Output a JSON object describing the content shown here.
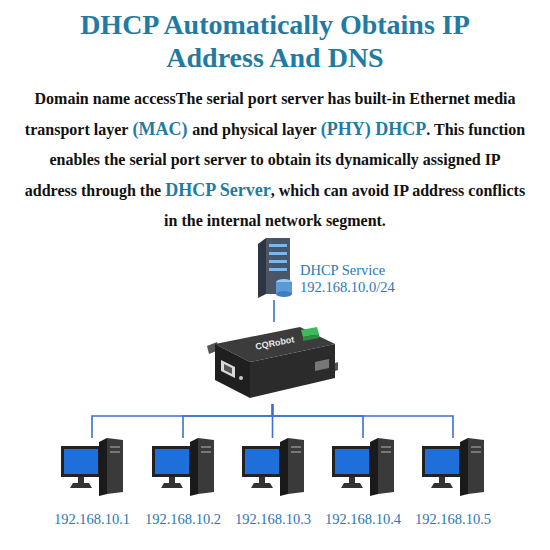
{
  "diagram": {
    "title": "DHCP Automatically Obtains IP Address And DNS",
    "nodes": [
      {
        "text": [
          "DHCP Service",
          "192.168.10.0/24"
        ]
      },
      {
        "text": [
          "CQRobot"
        ]
      },
      {
        "text": [
          "192.168.10.1"
        ]
      },
      {
        "text": [
          "192.168.10.2"
        ]
      },
      {
        "text": [
          "192.168.10.3"
        ]
      },
      {
        "text": [
          "192.168.10.4"
        ]
      },
      {
        "text": [
          "192.168.10.5"
        ]
      }
    ],
    "edges": [
      {
        "from": 0,
        "to": 1,
        "arrow": "none"
      },
      {
        "from": 1,
        "to": 2,
        "arrow": "none"
      },
      {
        "from": 1,
        "to": 3,
        "arrow": "none"
      },
      {
        "from": 1,
        "to": 4,
        "arrow": "none"
      },
      {
        "from": 1,
        "to": 5,
        "arrow": "none"
      },
      {
        "from": 1,
        "to": 6,
        "arrow": "none"
      }
    ],
    "labels": [
      "Domain name accessThe serial port server has built-in Ethernet media transport layer",
      "(MAC)",
      "and physical layer",
      "(PHY) DHCP",
      ". This function enables the serial port server to obtain its dynamically assigned IP address through the",
      "DHCP Server",
      ", which can avoid IP address conflicts in the internal network segment."
    ]
  }
}
